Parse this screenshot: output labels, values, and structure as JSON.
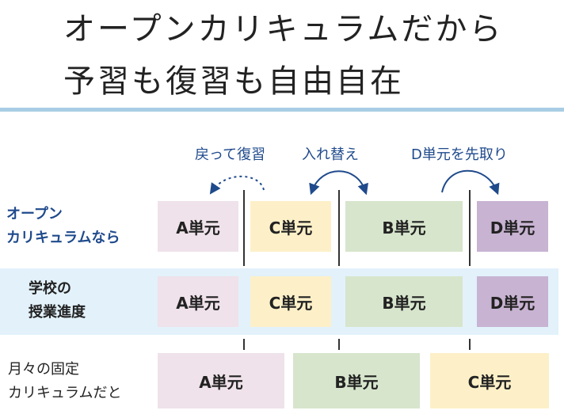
{
  "title": {
    "line1": "オープンカリキュラムだから",
    "line2": "予習も復習も自由自在"
  },
  "annotations": {
    "review": "戻って復習",
    "swap": "入れ替え",
    "advance": "D単元を先取り"
  },
  "rows": {
    "open": {
      "label_line1": "オープン",
      "label_line2": "カリキュラムなら"
    },
    "school": {
      "label_line1": "学校の",
      "label_line2": "授業進度"
    },
    "fixed": {
      "label_line1": "月々の固定",
      "label_line2": "カリキュラムだと"
    }
  },
  "units": {
    "open": [
      "A単元",
      "C単元",
      "B単元",
      "D単元"
    ],
    "school": [
      "A単元",
      "C単元",
      "B単元",
      "D単元"
    ],
    "fixed": [
      "A単元",
      "B単元",
      "C単元"
    ]
  },
  "colors": {
    "accent_blue": "#1f4a8c",
    "divider": "#a9cde4",
    "band": "#e2f1fa",
    "unit_a": "#efe2ea",
    "unit_b": "#d7e5cc",
    "unit_c": "#fdf0c8",
    "unit_d": "#c8b3d2"
  }
}
